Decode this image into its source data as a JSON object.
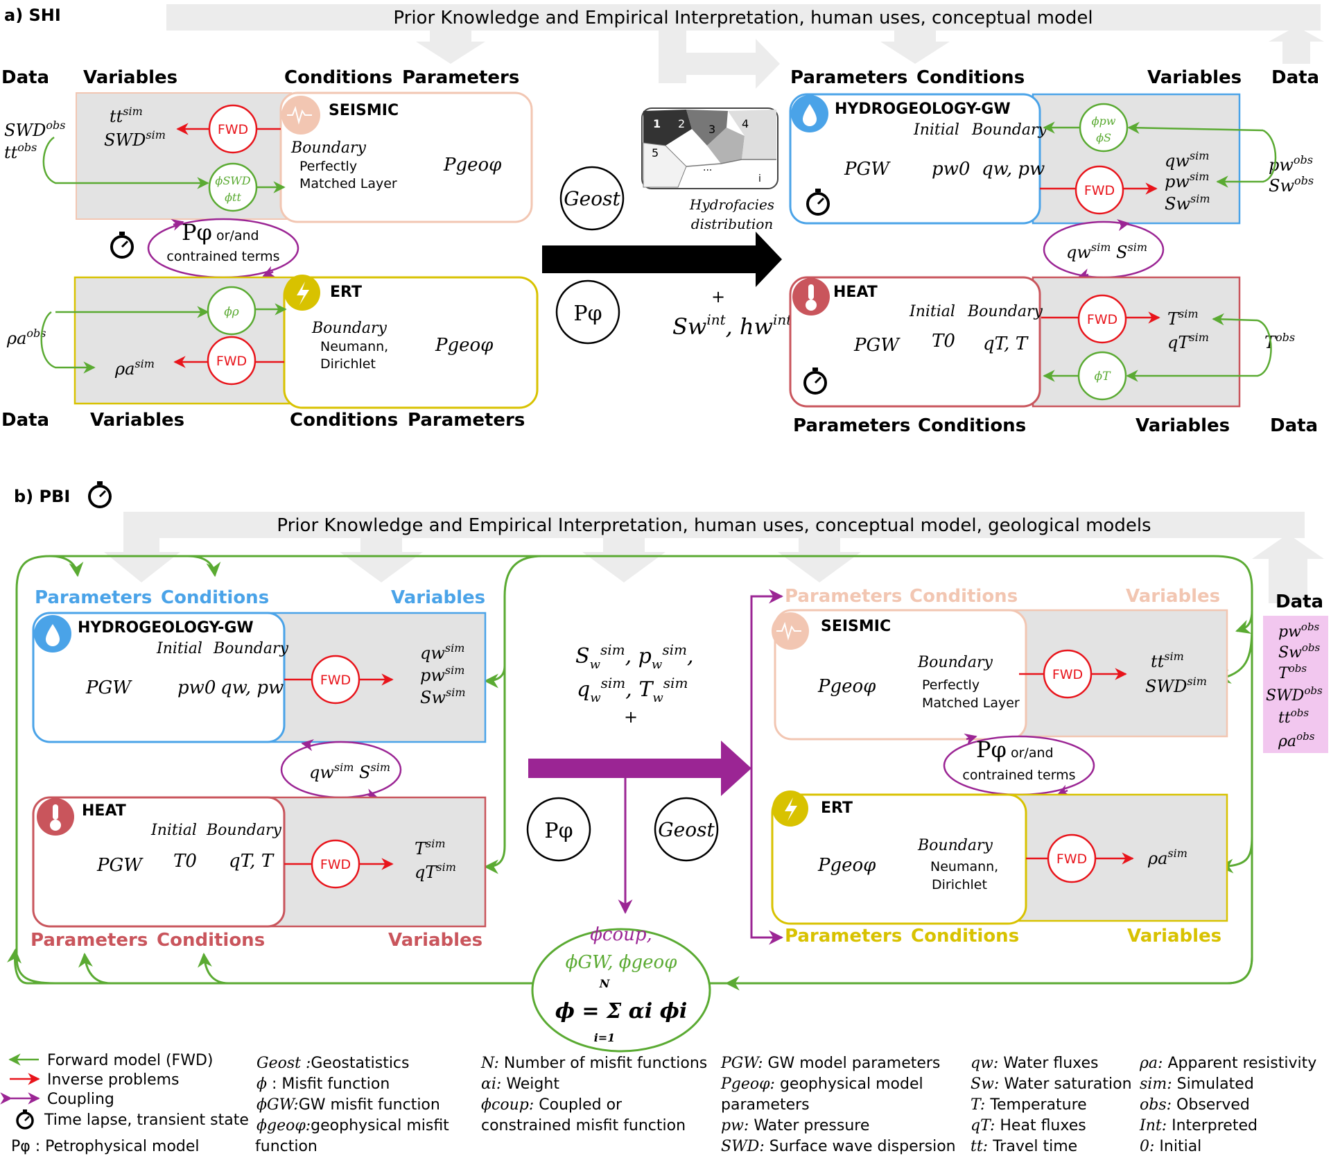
{
  "panel_a": {
    "label": "a) SHI",
    "banner": "Prior Knowledge and Empirical Interpretation, human uses, conceptual model",
    "seismic": {
      "title": "SEISMIC",
      "hdr": [
        "Data",
        "Variables",
        "Conditions",
        "Parameters"
      ],
      "vars": [
        "tt",
        "SWD"
      ],
      "sup_sim": "sim",
      "data": [
        "SWD",
        "tt"
      ],
      "sup_obs": "obs",
      "misfit": [
        "ϕSWD",
        "ϕtt"
      ],
      "cond": [
        "Boundary",
        "Perfectly",
        "Matched Layer"
      ],
      "param": "Pgeoφ"
    },
    "ert": {
      "title": "ERT",
      "hdr": [
        "Data",
        "Variables",
        "Conditions",
        "Parameters"
      ],
      "var": "ρa",
      "data": "ρa",
      "misfit": "ϕρ",
      "cond": [
        "Boundary",
        "Neumann,",
        "Dirichlet"
      ],
      "param": "Pgeoφ"
    },
    "coupling": [
      "Pφ",
      "or/and",
      "contrained terms"
    ],
    "fwd": "FWD",
    "middle": {
      "geost": "Geost",
      "pphi": "Pφ",
      "map_numbers": [
        "1",
        "2",
        "3",
        "4",
        "5",
        "...",
        "i"
      ],
      "map_caption": [
        "Hydrofacies",
        "distribution"
      ],
      "plus": "+",
      "sint": "Sw",
      "hint": "hw",
      "sup_int": "int"
    },
    "gw": {
      "title": "HYDROGEOLOGY-GW",
      "hdr": [
        "Parameters",
        "Conditions",
        "Variables",
        "Data"
      ],
      "cond": [
        "Initial",
        "Boundary"
      ],
      "param": "PGW",
      "init": "pw0",
      "bnd": "qw, pw",
      "misfit": [
        "ϕpw",
        "ϕS"
      ],
      "vars": [
        "qw",
        "pw",
        "Sw"
      ],
      "data": [
        "pw",
        "Sw"
      ]
    },
    "gw_heat_coupling": [
      "qw",
      "S"
    ],
    "heat": {
      "title": "HEAT",
      "hdr": [
        "Parameters",
        "Conditions",
        "Variables",
        "Data"
      ],
      "cond": [
        "Initial",
        "Boundary"
      ],
      "param": "PGW",
      "init": "T0",
      "bnd": "qT, T",
      "misfit": "ϕT",
      "vars": [
        "T",
        "qT"
      ],
      "data": "T"
    }
  },
  "panel_b": {
    "label": "b) PBI",
    "banner": "Prior Knowledge and Empirical Interpretation, human uses, conceptual model, geological models",
    "gw": {
      "title": "HYDROGEOLOGY-GW",
      "hdr": [
        "Parameters",
        "Conditions",
        "Variables"
      ],
      "cond": [
        "Initial",
        "Boundary"
      ],
      "param": "PGW",
      "init": "pw0",
      "bnd": "qw, pw",
      "vars": [
        "qw",
        "pw",
        "Sw"
      ]
    },
    "coupling": [
      "qw",
      "S"
    ],
    "heat": {
      "title": "HEAT",
      "hdr": [
        "Parameters",
        "Conditions",
        "Variables"
      ],
      "cond": [
        "Initial",
        "Boundary"
      ],
      "param": "PGW",
      "init": "T0",
      "bnd": "qT, T",
      "vars": [
        "T",
        "qT"
      ]
    },
    "middle": {
      "line1": "Sw, pw,",
      "line2": "qw, Tw",
      "plus": "+",
      "pphi": "Pφ",
      "geost": "Geost",
      "misfit_coup": "ϕcoup,",
      "misfit_gw": "ϕGW, ϕgeoφ",
      "sum": "ϕ = Σ αi ϕi",
      "sum_top": "N",
      "sum_bot": "i=1"
    },
    "seismic": {
      "title": "SEISMIC",
      "hdr": [
        "Parameters",
        "Conditions",
        "Variables"
      ],
      "param": "Pgeoφ",
      "cond": [
        "Boundary",
        "Perfectly",
        "Matched Layer"
      ],
      "vars": [
        "tt",
        "SWD"
      ]
    },
    "ert_coupling": [
      "Pφ",
      "or/and",
      "contrained terms"
    ],
    "ert": {
      "title": "ERT",
      "hdr": [
        "Parameters",
        "Conditions",
        "Variables"
      ],
      "param": "Pgeoφ",
      "cond": [
        "Boundary",
        "Neumann,",
        "Dirichlet"
      ],
      "var": "ρa"
    },
    "data_title": "Data",
    "data": [
      "pw",
      "Sw",
      "T",
      "SWD",
      "tt",
      "ρa"
    ],
    "fwd": "FWD"
  },
  "legend": {
    "col1": [
      "Forward model (FWD)",
      "Inverse problems",
      "Coupling",
      "Time lapse, transient state",
      "Pφ : Petrophysical model"
    ],
    "col2": [
      [
        "Geost :",
        "Geostatistics"
      ],
      [
        "ϕ",
        "  : Misfit function"
      ],
      [
        "ϕGW:",
        "GW misfit function"
      ],
      [
        "ϕgeoφ:",
        "geophysical misfit"
      ],
      [
        "",
        "function"
      ]
    ],
    "col3": [
      [
        "N:",
        "Number of misfit functions"
      ],
      [
        "αi:",
        "Weight"
      ],
      [
        "ϕcoup:",
        "Coupled or"
      ],
      [
        "",
        "constrained misfit function"
      ]
    ],
    "col4": [
      [
        "PGW:",
        "GW model parameters"
      ],
      [
        "Pgeoφ:",
        "geophysical model"
      ],
      [
        "",
        "parameters"
      ],
      [
        "pw:",
        "Water pressure"
      ],
      [
        "SWD:",
        "Surface wave dispersion"
      ]
    ],
    "col5": [
      [
        "qw:",
        "Water fluxes"
      ],
      [
        "Sw:",
        "Water saturation"
      ],
      [
        "T:",
        "Temperature"
      ],
      [
        "qT:",
        "Heat fluxes"
      ],
      [
        "tt:",
        "Travel time"
      ]
    ],
    "col6": [
      [
        "ρa:",
        "Apparent resistivity"
      ],
      [
        "sim:",
        "Simulated"
      ],
      [
        "obs:",
        "Observed"
      ],
      [
        "Int:",
        "Interpreted"
      ],
      [
        "0:",
        "Initial"
      ]
    ]
  },
  "colors": {
    "green": "#5aaa32",
    "red": "#e8141b",
    "purple": "#9b2594",
    "seismic": "#f2c6b2",
    "ert": "#d8c200",
    "gw": "#4aa3e8",
    "heat": "#c9555c",
    "grey_box": "#e3e3e3",
    "banner": "#ececec",
    "data_pink": "#f2c7ef"
  }
}
